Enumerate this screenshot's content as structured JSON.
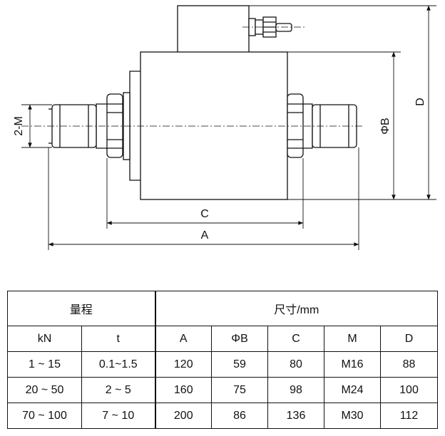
{
  "drawing": {
    "labels": {
      "thread": "2-M",
      "dim_c": "C",
      "dim_a": "A",
      "dim_b": "ΦB",
      "dim_d": "D"
    }
  },
  "table": {
    "group_headers": {
      "range": "量程",
      "size": "尺寸/mm"
    },
    "columns": [
      "kN",
      "t",
      "A",
      "ΦB",
      "C",
      "M",
      "D"
    ],
    "rows": [
      [
        "1 ~ 15",
        "0.1~1.5",
        "120",
        "59",
        "80",
        "M16",
        "88"
      ],
      [
        "20 ~ 50",
        "2 ~ 5",
        "160",
        "75",
        "98",
        "M24",
        "100"
      ],
      [
        "70 ~ 100",
        "7 ~ 10",
        "200",
        "86",
        "136",
        "M30",
        "112"
      ]
    ]
  }
}
